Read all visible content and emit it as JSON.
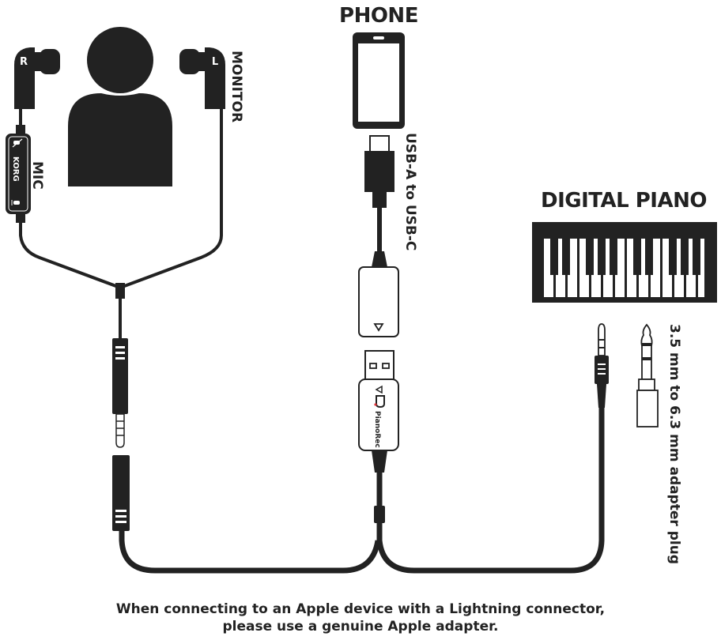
{
  "labels": {
    "phone": "PHONE",
    "digital_piano": "DIGITAL PIANO",
    "monitor": "MONITOR",
    "mic": "MIC",
    "usb_cable": "USB-A to USB-C",
    "adapter_plug": "3.5 mm to 6.3 mm adapter plug",
    "earbud_right": "R",
    "earbud_left": "L",
    "mic_brand": "KORG",
    "interface_brand": "PianoRec"
  },
  "note": {
    "line1": "When connecting to an Apple device with a Lightning connector,",
    "line2": "please use a genuine Apple adapter."
  },
  "colors": {
    "ink": "#222222",
    "background": "#ffffff",
    "accent_dot": "#e0343a"
  }
}
